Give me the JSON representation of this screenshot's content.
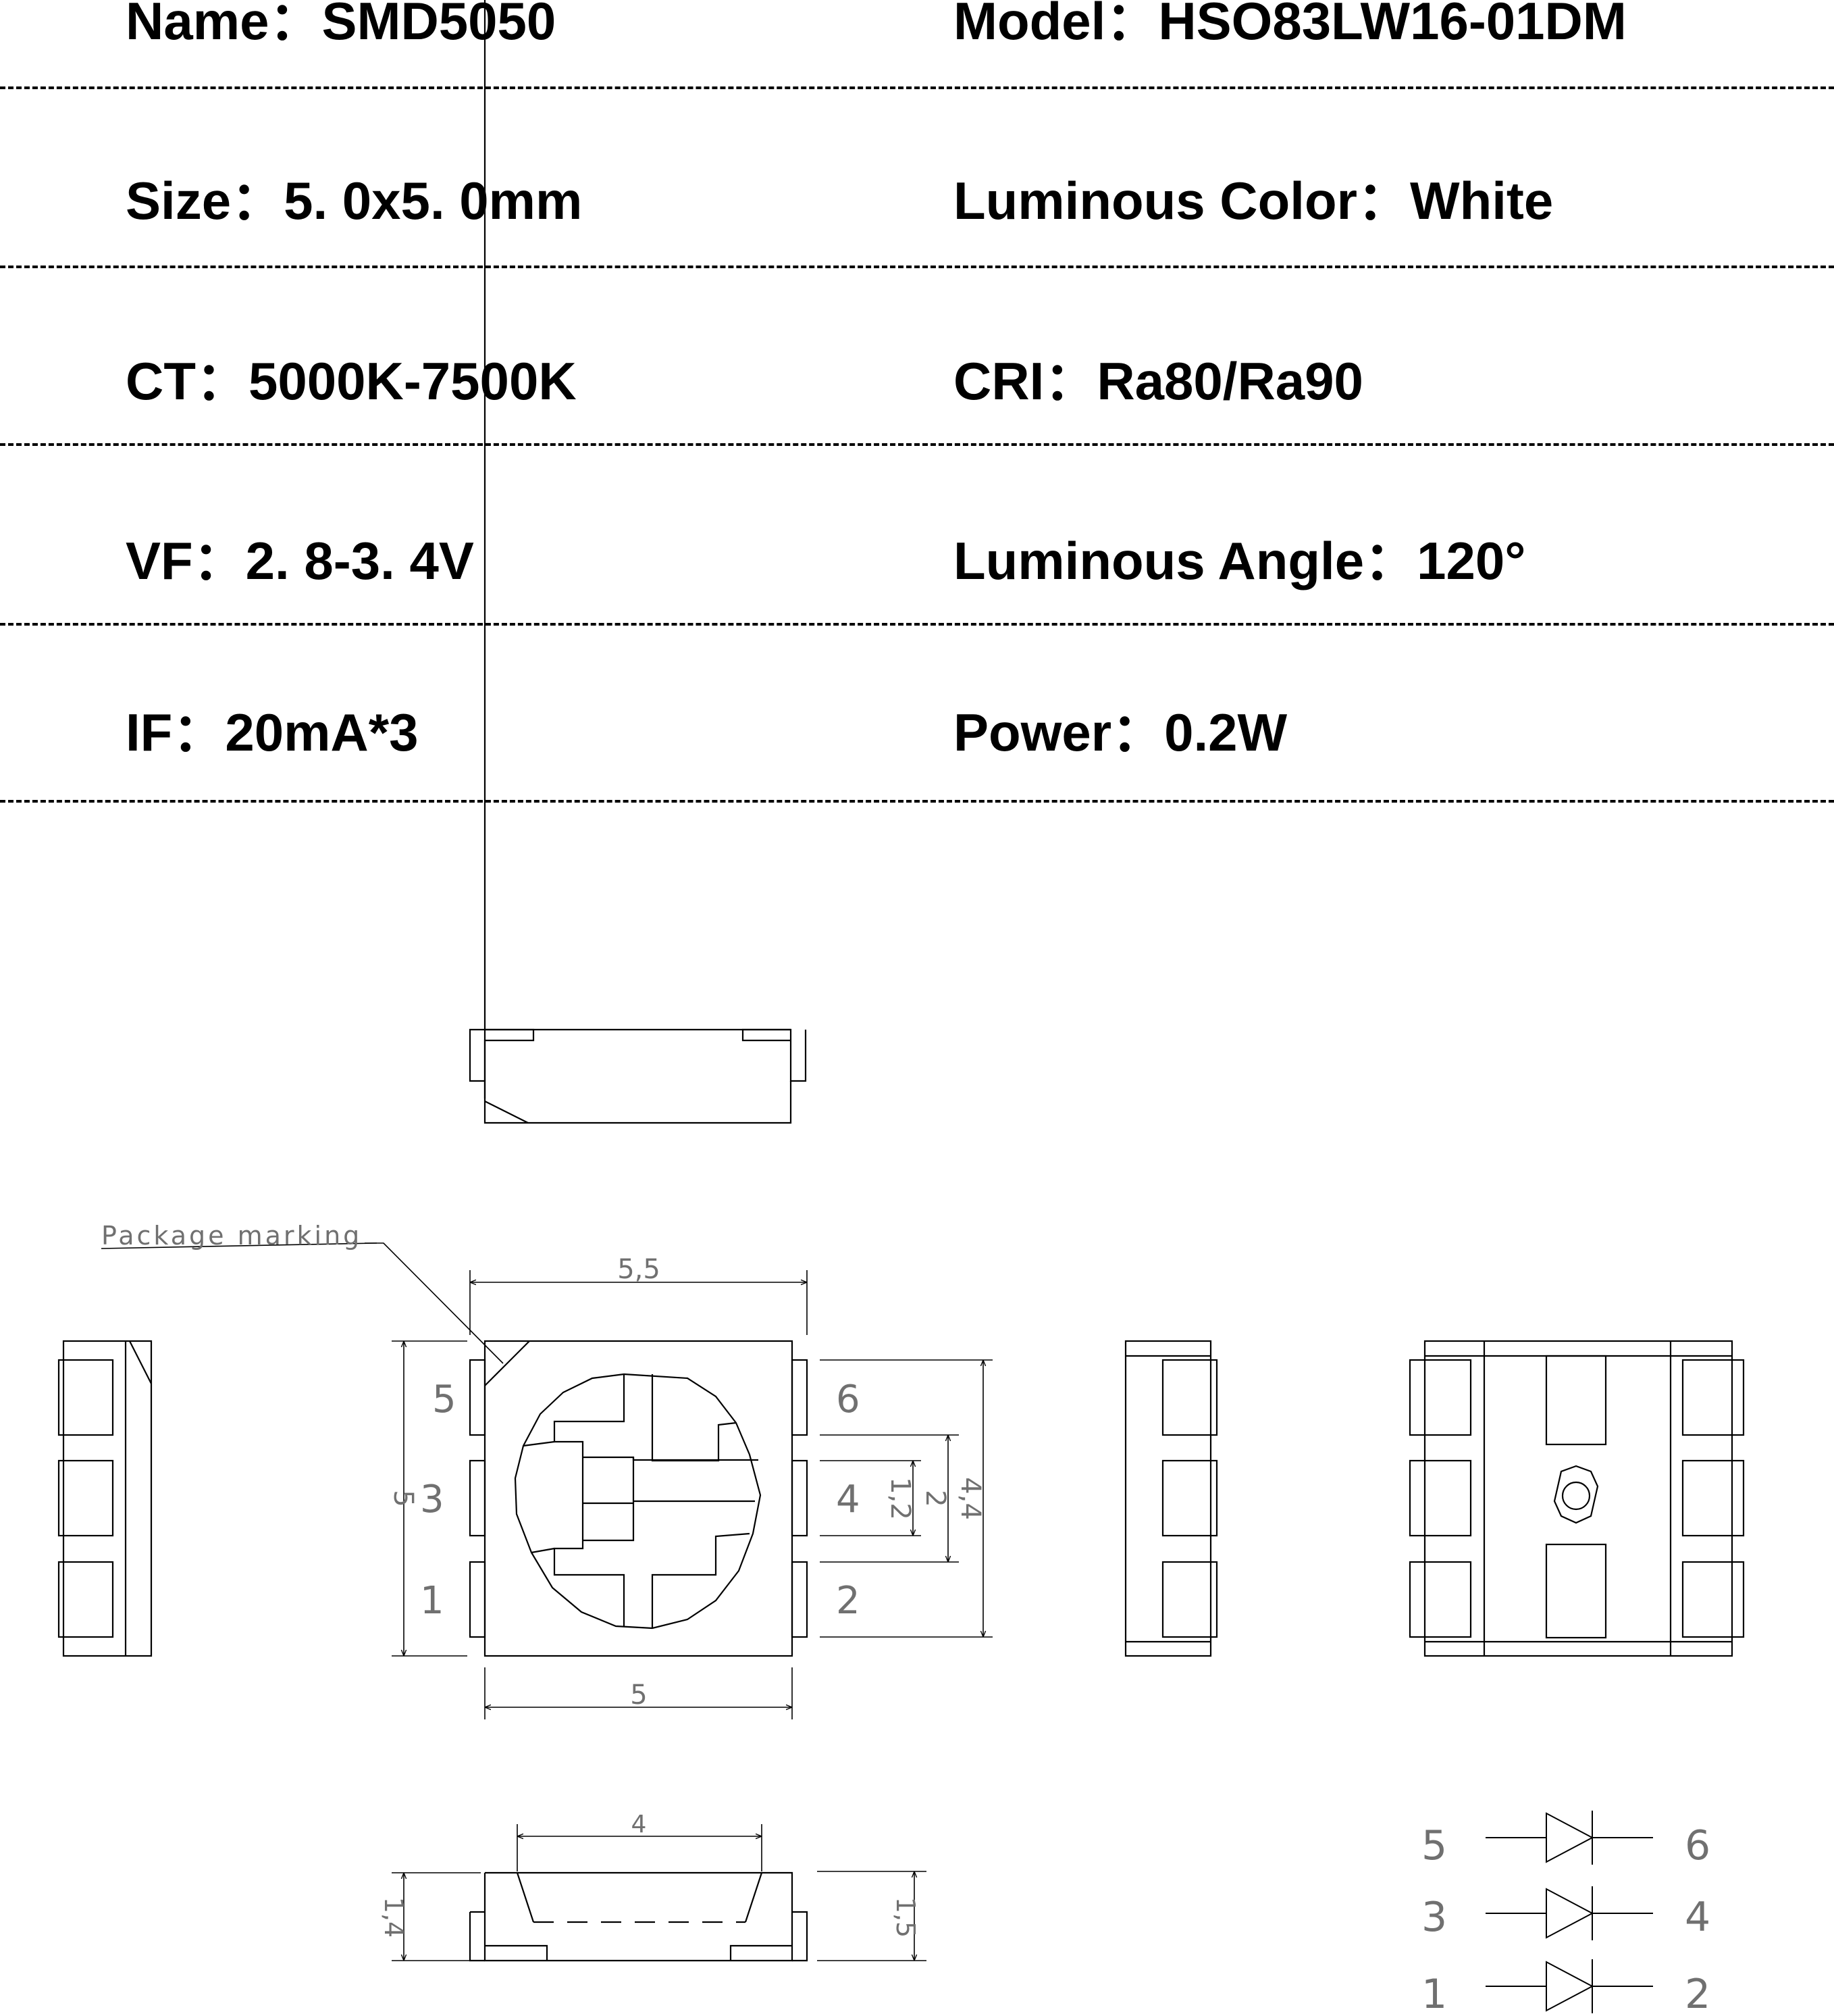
{
  "specs": [
    {
      "left": "Name：SMD5050",
      "right": "Model：HSO83LW16-01DM"
    },
    {
      "left": "Size：5. 0x5. 0mm",
      "right": "Luminous Color：White"
    },
    {
      "left": "CT：5000K-7500K",
      "right": "CRI：Ra80/Ra90"
    },
    {
      "left": "VF：2. 8-3. 4V",
      "right": "Luminous Angle：120°"
    },
    {
      "left": "IF：20mA*3",
      "right": "Power：0.2W"
    }
  ],
  "drawing": {
    "package_marking_label": "Package marking",
    "dimensions": {
      "width_outer": "5,5",
      "height": "5",
      "width_body": "5",
      "pad_pitch": "1,2",
      "pad_span": "2",
      "pad_outer": "4,4",
      "bottom_width": "4",
      "thickness_left": "1,4",
      "thickness_right": "1,5"
    },
    "pin_numbers": {
      "p5": "5",
      "p3": "3",
      "p1": "1",
      "p6": "6",
      "p4": "4",
      "p2": "2"
    },
    "schematic": [
      {
        "left": "5",
        "right": "6"
      },
      {
        "left": "3",
        "right": "4"
      },
      {
        "left": "1",
        "right": "2"
      }
    ]
  }
}
